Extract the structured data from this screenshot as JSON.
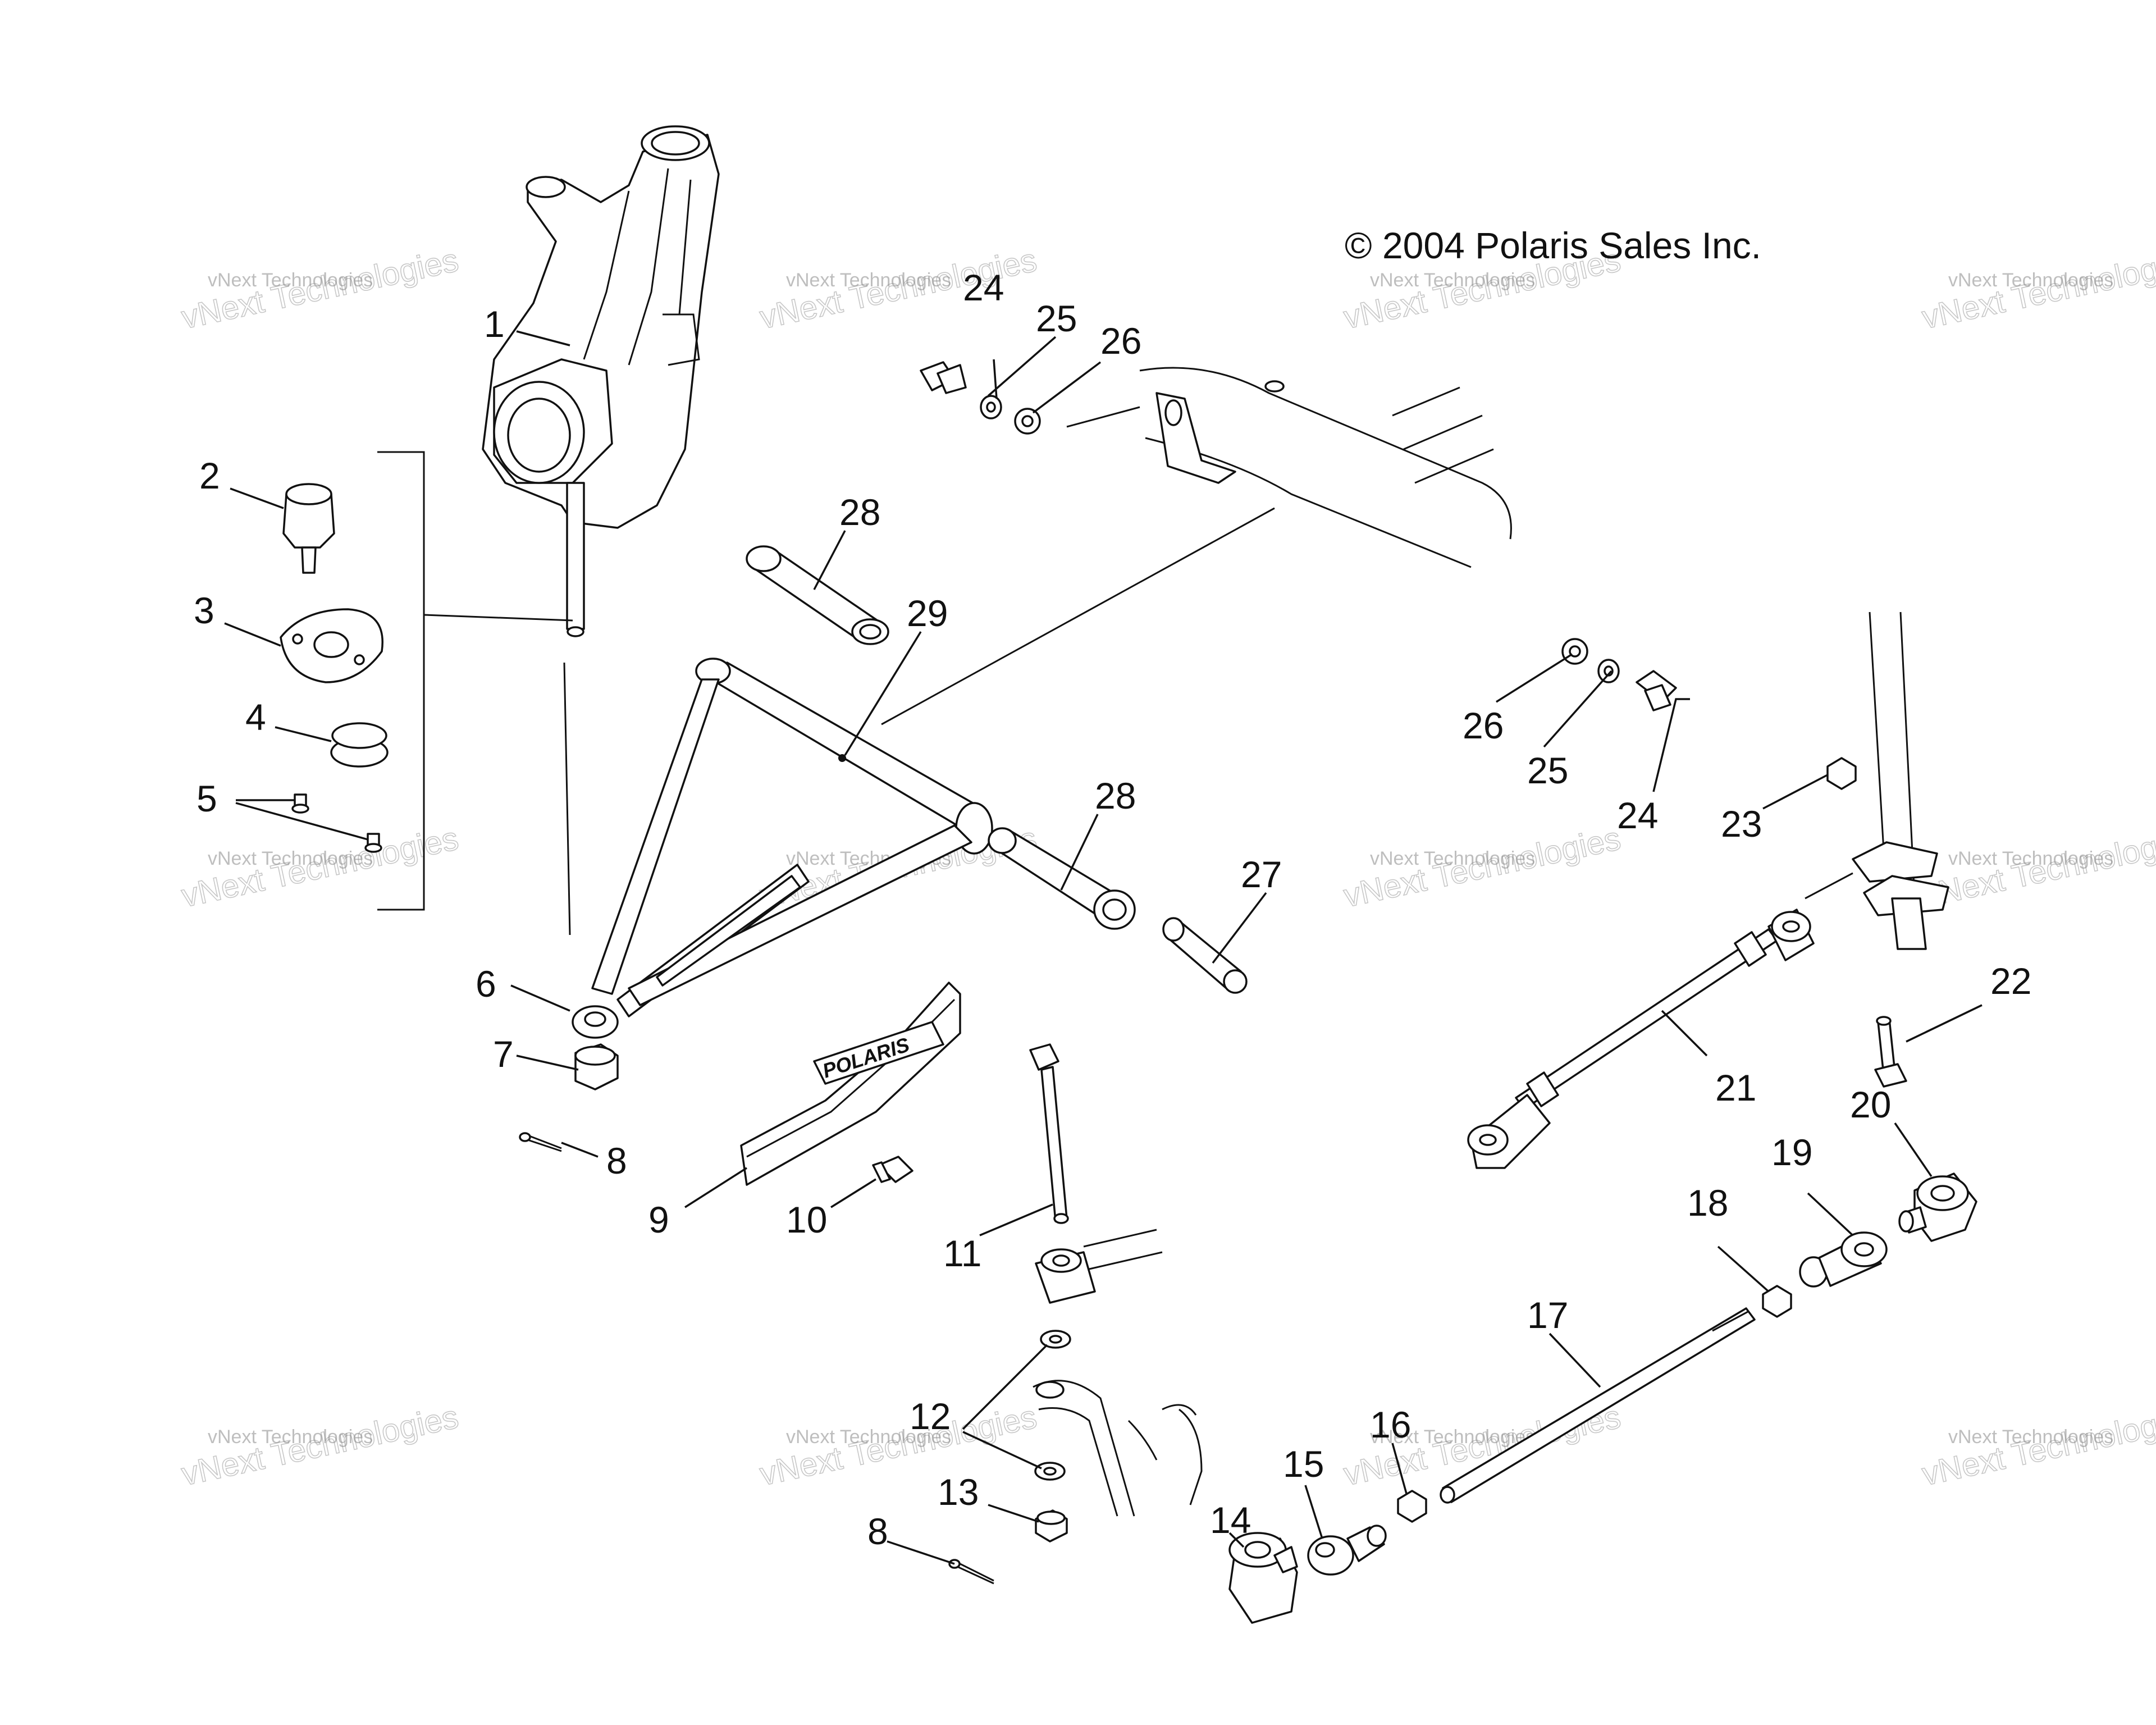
{
  "copyright": "© 2004 Polaris Sales Inc.",
  "watermark": {
    "line1": "vNext Technologies",
    "line2": "vNext Technologies"
  },
  "logo_text": "POLARIS",
  "callouts": [
    "1",
    "2",
    "3",
    "4",
    "5",
    "6",
    "7",
    "8",
    "9",
    "10",
    "11",
    "12",
    "13",
    "14",
    "15",
    "16",
    "17",
    "18",
    "19",
    "20",
    "21",
    "22",
    "23",
    "24",
    "25",
    "26",
    "27",
    "28",
    "29"
  ]
}
